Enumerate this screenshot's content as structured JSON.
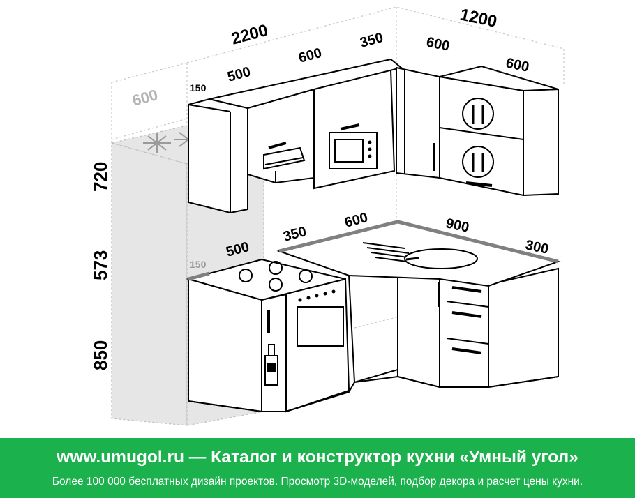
{
  "dimensions": {
    "total_left_wall": "2200",
    "total_right_wall": "1200",
    "upper_150": "150",
    "upper_500": "500",
    "upper_600": "600",
    "upper_350": "350",
    "upper_right_600_a": "600",
    "upper_right_600_b": "600",
    "fridge_depth": "600",
    "height_upper": "720",
    "height_gap": "573",
    "height_base": "850",
    "base_150": "150",
    "base_500": "500",
    "base_350": "350",
    "base_600": "600",
    "base_900": "900",
    "base_300": "300"
  },
  "banner": {
    "title": "www.umugol.ru — Каталог и конструктор кухни «Умный угол»",
    "subtitle": "Более 100 000 бесплатных дизайн проектов. Просмотр 3D-моделей, подбор декора и расчет цены кухни."
  },
  "colors": {
    "banner_bg": "#1bb14c",
    "banner_text": "#ffffff",
    "fridge_fill": "#e6e6e6",
    "countertop_edge": "#808080"
  }
}
